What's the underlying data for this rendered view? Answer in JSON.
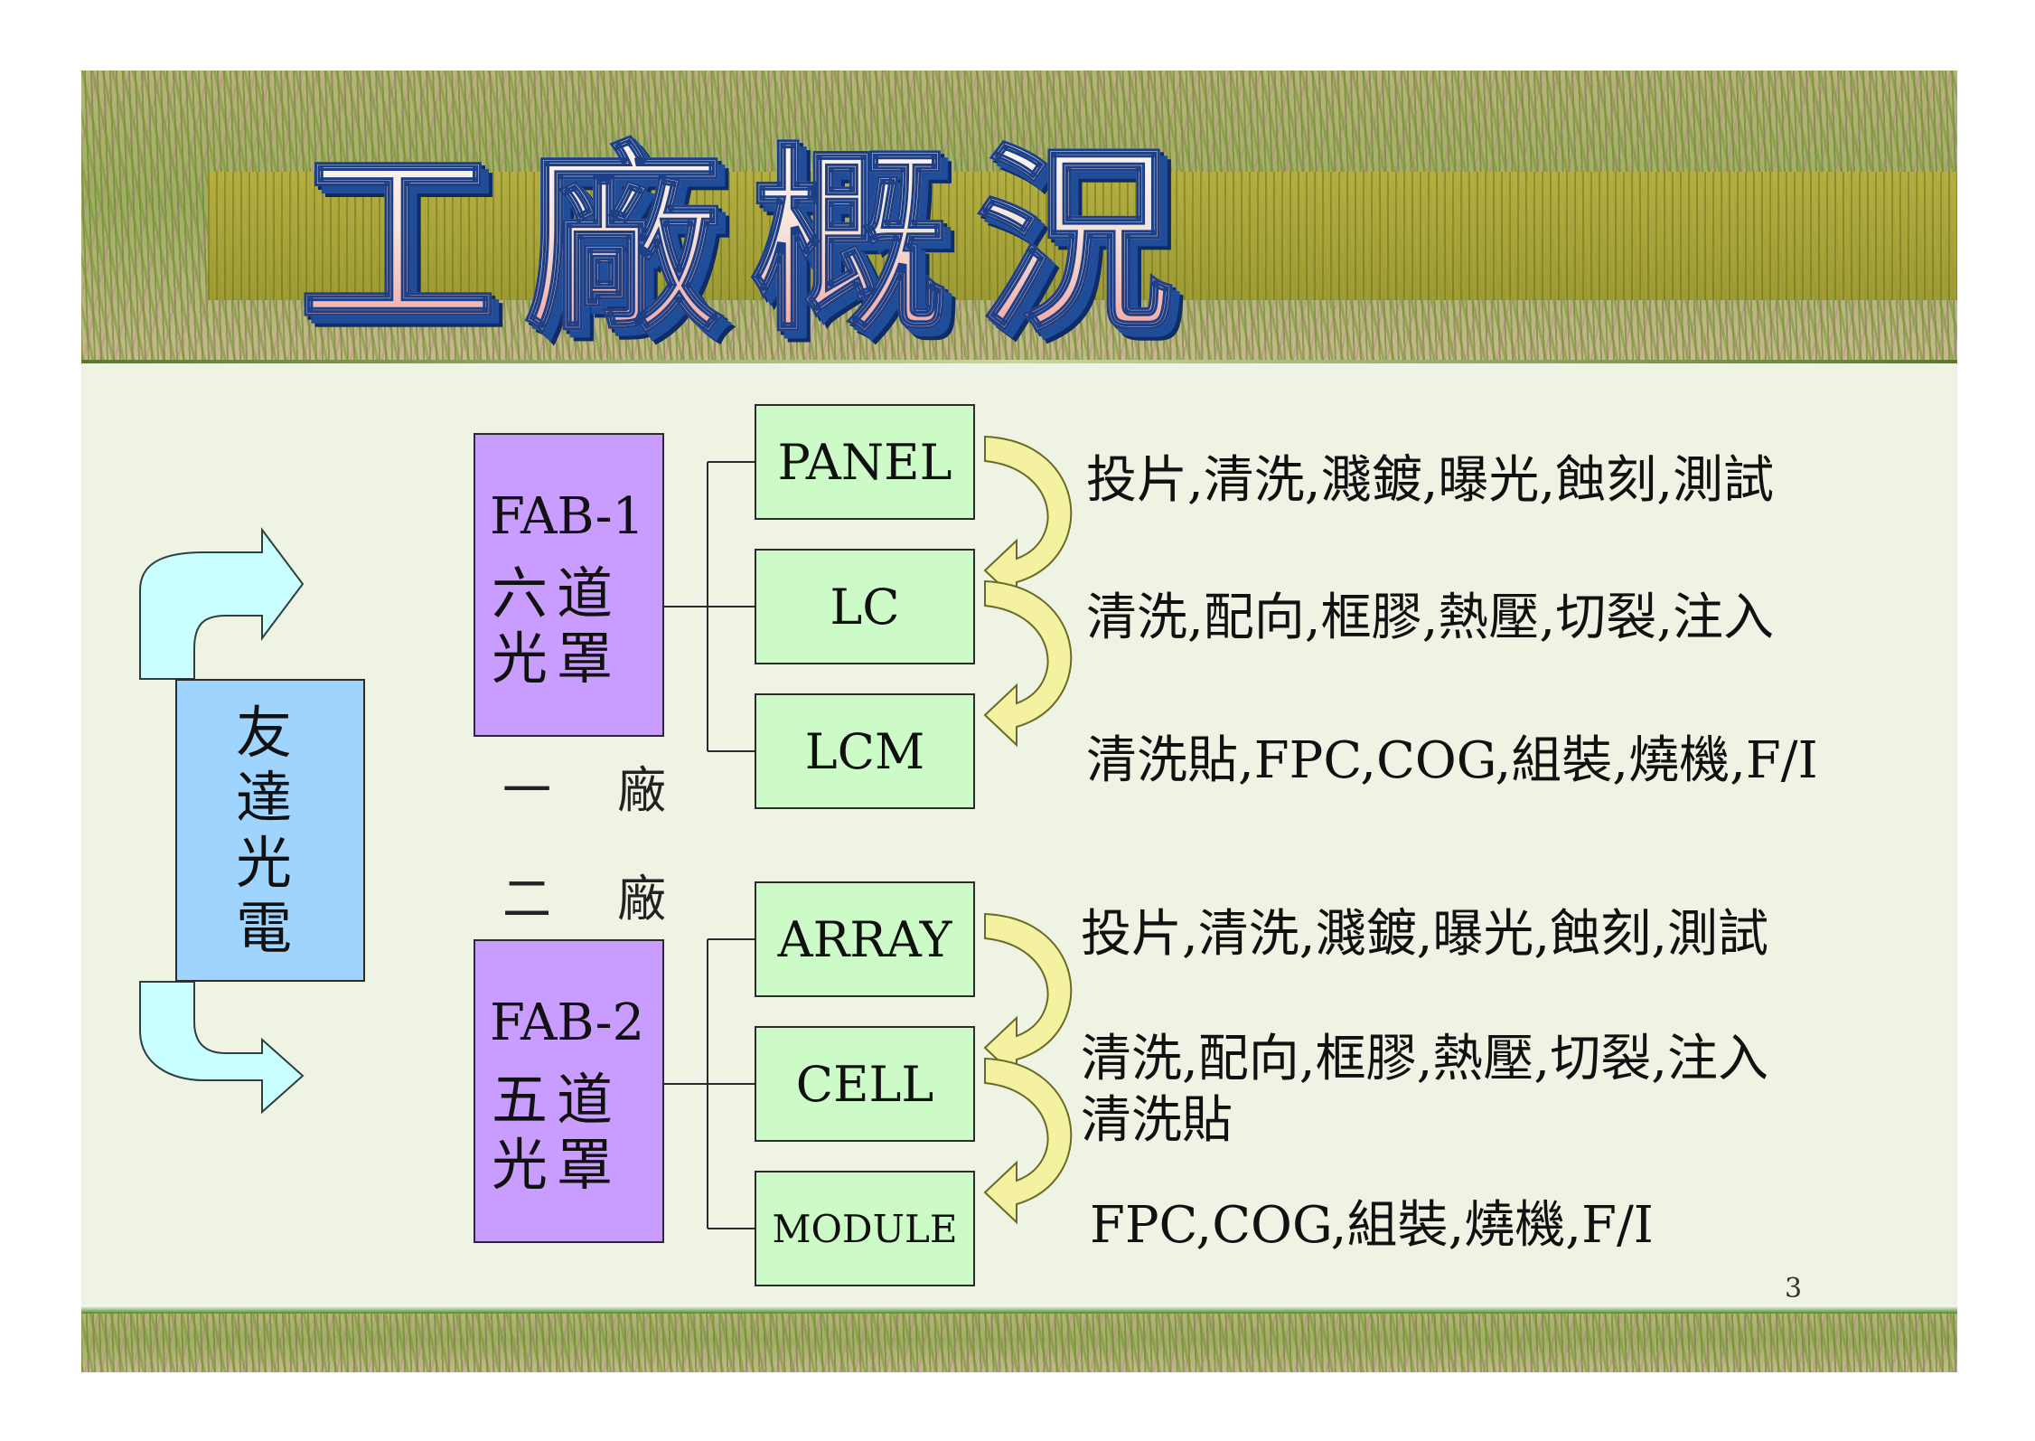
{
  "title": "工廠概況",
  "company": {
    "label": "友達光電"
  },
  "fabs": [
    {
      "name": "FAB-1",
      "subtitle": "六道光罩",
      "factory_label": "一 廠",
      "stages": [
        "PANEL",
        "LC",
        "LCM"
      ],
      "processes": [
        "投片,清洗,濺鍍,曝光,蝕刻,測試",
        "清洗,配向,框膠,熱壓,切裂,注入",
        "清洗貼,FPC,COG,組裝,燒機,F/I"
      ]
    },
    {
      "name": "FAB-2",
      "subtitle": "五道光罩",
      "factory_label": "二 廠",
      "stages": [
        "ARRAY",
        "CELL",
        "MODULE"
      ],
      "processes": [
        "投片,清洗,濺鍍,曝光,蝕刻,測試",
        "清洗,配向,框膠,熱壓,切裂,注入",
        "清洗貼",
        "FPC,COG,組裝,燒機,F/I"
      ]
    }
  ],
  "page_number": "3",
  "colors": {
    "stage_fill": "#cdfbc7",
    "fab_fill": "#c99cff",
    "company_fill": "#9fd4ff",
    "arrow_fill": "#c9ffff",
    "curved_arrow_fill": "#f4f2a0",
    "background": "#eef3e3"
  }
}
